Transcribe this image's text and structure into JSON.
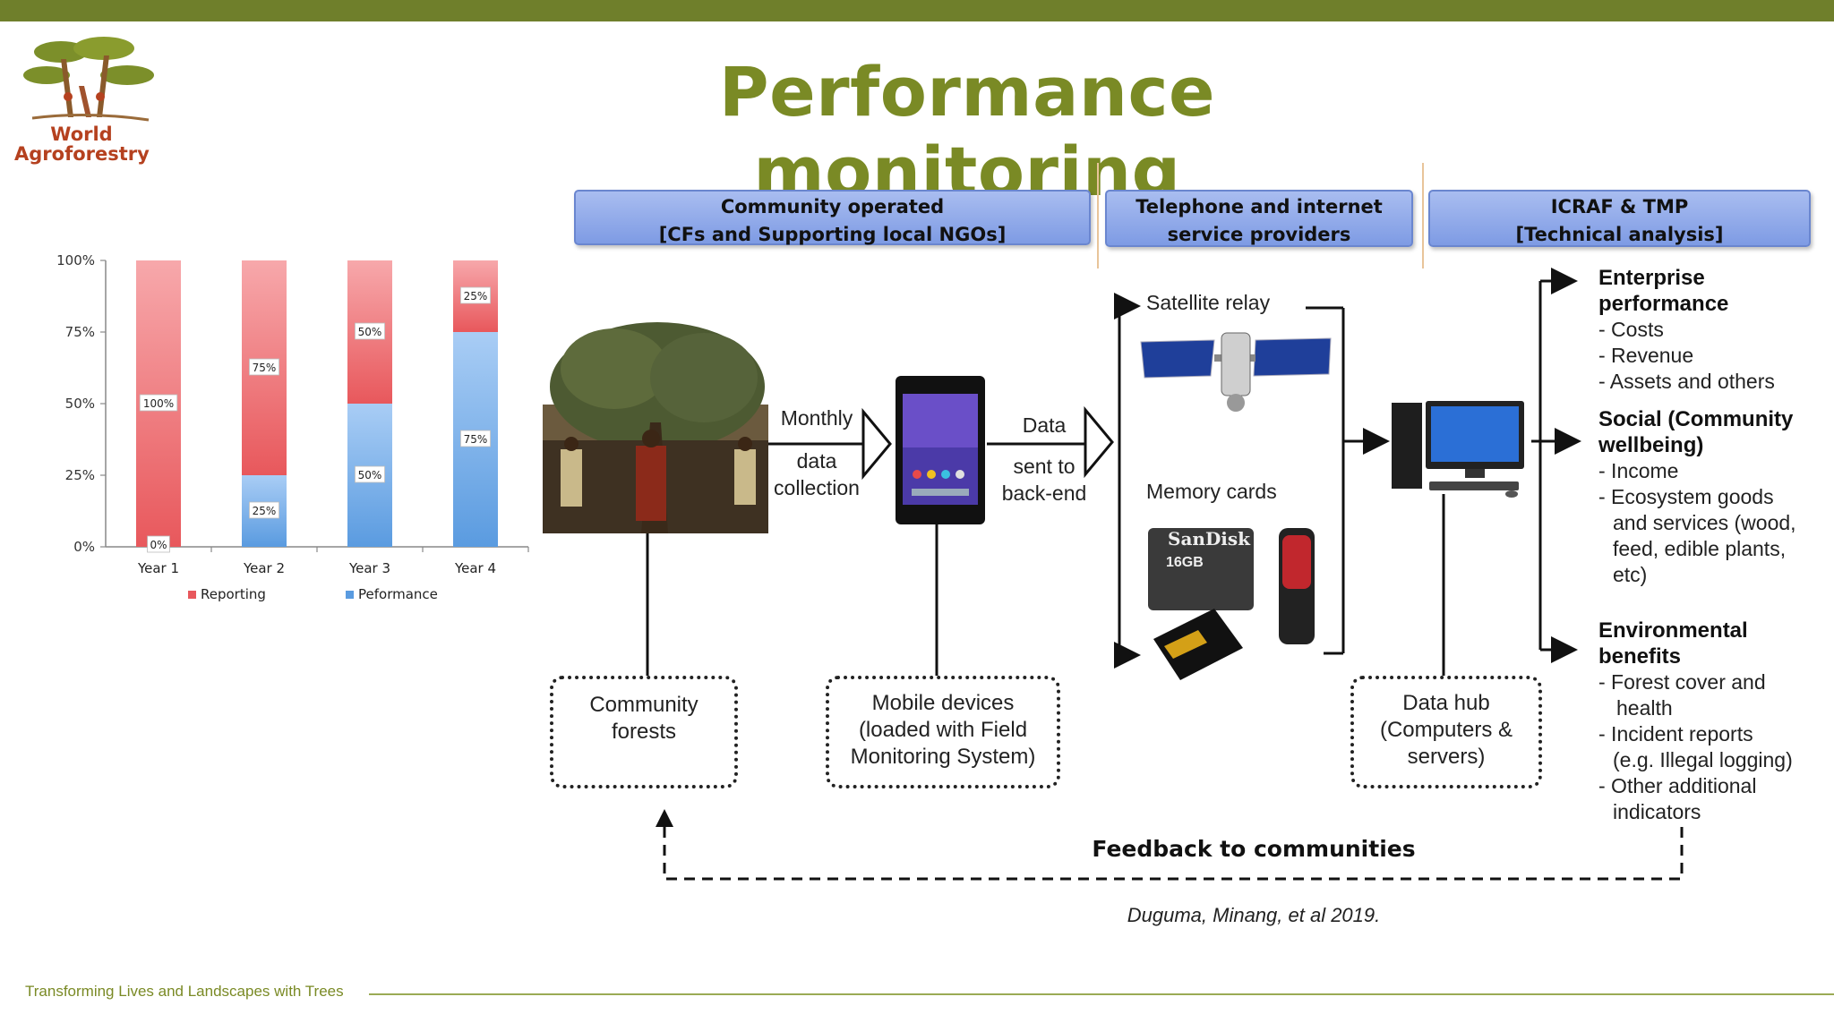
{
  "header": {
    "title": "Performance monitoring"
  },
  "logo": {
    "line1": "World",
    "line2": "Agroforestry"
  },
  "columns": [
    {
      "line1": "Community operated",
      "line2": "[CFs and Supporting local NGOs]"
    },
    {
      "line1": "Telephone and internet",
      "line2": "service providers"
    },
    {
      "line1": "ICRAF  & TMP",
      "line2": "[Technical analysis]"
    }
  ],
  "flow": {
    "monthly": "Monthly",
    "data_collection": [
      "data",
      "collection"
    ],
    "data_label": "Data",
    "sent_backend": [
      "sent to",
      "back-end"
    ],
    "satellite": "Satellite relay",
    "memory": "Memory cards"
  },
  "boxes": {
    "community": [
      "Community",
      "forests"
    ],
    "mobile": [
      "Mobile devices",
      "(loaded with Field",
      "Monitoring System)"
    ],
    "datahub": [
      "Data hub",
      "(Computers &",
      "servers)"
    ]
  },
  "sdcard": {
    "brand": "SanDisk",
    "capacity": "16GB"
  },
  "outcomes": {
    "enterprise": {
      "title": [
        "Enterprise",
        "performance"
      ],
      "items": [
        "- Costs",
        "- Revenue",
        "- Assets and others"
      ]
    },
    "social": {
      "title": [
        "Social (Community",
        "wellbeing)"
      ],
      "items": [
        "- Income",
        "- Ecosystem goods",
        "and services (wood,",
        "feed, edible plants,",
        "etc)"
      ]
    },
    "environment": {
      "title": [
        "Environmental",
        "benefits"
      ],
      "items": [
        "- Forest cover and",
        "health",
        "- Incident  reports",
        "(e.g. Illegal logging)",
        "- Other additional",
        "indicators"
      ]
    }
  },
  "feedback": "Feedback to communities",
  "citation": "Duguma, Minang, et al  2019.",
  "footer": "Transforming Lives and Landscapes with Trees",
  "colors": {
    "brand_green": "#7a8a25",
    "reporting": "#e8585c",
    "performance": "#5a9be0"
  },
  "chart_data": {
    "type": "bar",
    "stacked": true,
    "categories": [
      "Year 1",
      "Year 2",
      "Year 3",
      "Year 4"
    ],
    "series": [
      {
        "name": "Reporting",
        "values": [
          100,
          75,
          50,
          25
        ]
      },
      {
        "name": "Peformance",
        "values": [
          0,
          25,
          50,
          75
        ]
      }
    ],
    "data_labels": {
      "Reporting": [
        "100%",
        "75%",
        "50%",
        "25%"
      ],
      "Peformance": [
        "0%",
        "25%",
        "50%",
        "75%"
      ]
    },
    "yticks": [
      "0%",
      "25%",
      "50%",
      "75%",
      "100%"
    ],
    "ylim": [
      0,
      100
    ],
    "legend": "bottom"
  }
}
